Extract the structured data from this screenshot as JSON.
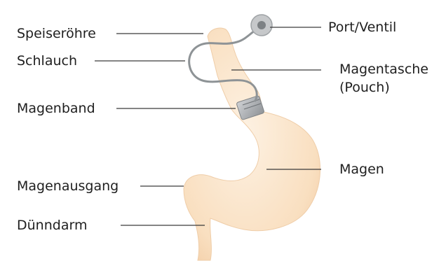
{
  "labels": {
    "esophagus": "Speiseröhre",
    "tube": "Schlauch",
    "band": "Magenband",
    "pylorus": "Magenausgang",
    "small_intestine": "Dünndarm",
    "port": "Port/Ventil",
    "pouch_line1": "Magentasche",
    "pouch_line2": "(Pouch)",
    "stomach": "Magen"
  },
  "colors": {
    "stomach_fill": "#f9dfc0",
    "stomach_glow": "#fdf1e2",
    "stomach_shade": "#f1c9a0",
    "tube": "#8e9396",
    "band": "#a9acb0",
    "port_outer": "#c6c8ca",
    "port_inner": "#7d8184",
    "leader": "#3a3a3a"
  },
  "icons": [
    "port-valve-icon",
    "gastric-band-icon"
  ]
}
